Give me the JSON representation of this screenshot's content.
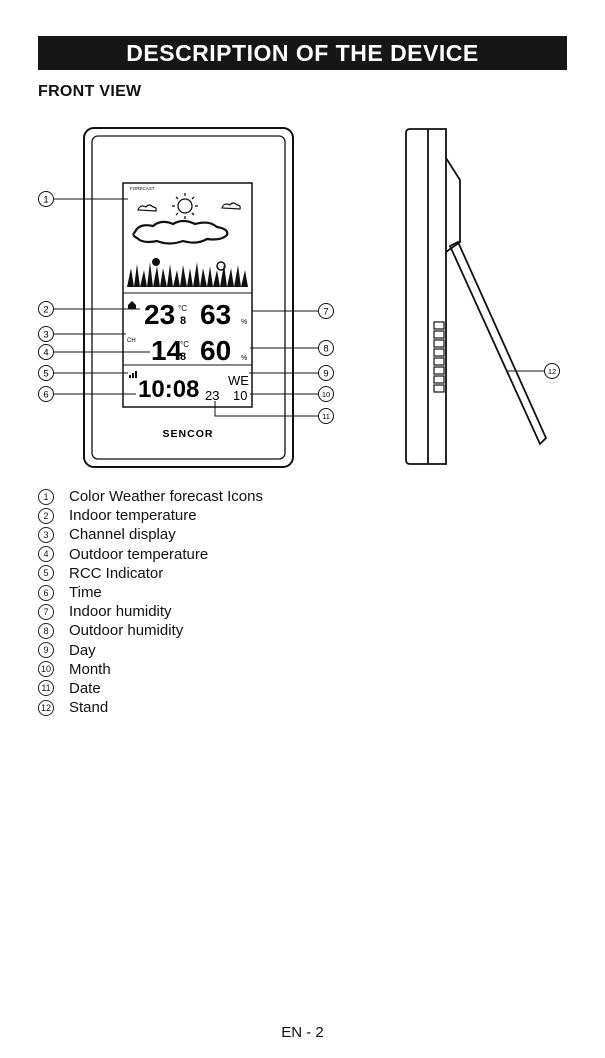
{
  "header": {
    "title": "DESCRIPTION OF THE DEVICE"
  },
  "section": {
    "title": "FRONT VIEW"
  },
  "device": {
    "brand": "SENCOR",
    "forecast_label": "FORECAST",
    "indoor_temp": "23",
    "indoor_temp_dec": "8",
    "temp_unit": "°C",
    "indoor_hum": "63",
    "hum_unit": "%",
    "channel_label": "CH",
    "outdoor_temp": "14",
    "outdoor_temp_dec": "8",
    "outdoor_hum": "60",
    "time": "10:08",
    "day": "WE",
    "date": "23",
    "month": "10"
  },
  "callouts": [
    "1",
    "2",
    "3",
    "4",
    "5",
    "6",
    "7",
    "8",
    "9",
    "10",
    "11",
    "12"
  ],
  "legend": [
    {
      "num": "1",
      "label": "Color Weather forecast Icons"
    },
    {
      "num": "2",
      "label": "Indoor temperature"
    },
    {
      "num": "3",
      "label": "Channel display"
    },
    {
      "num": "4",
      "label": "Outdoor temperature"
    },
    {
      "num": "5",
      "label": "RCC Indicator"
    },
    {
      "num": "6",
      "label": "Time"
    },
    {
      "num": "7",
      "label": "Indoor humidity"
    },
    {
      "num": "8",
      "label": "Outdoor humidity"
    },
    {
      "num": "9",
      "label": "Day"
    },
    {
      "num": "10",
      "label": "Month"
    },
    {
      "num": "11",
      "label": "Date"
    },
    {
      "num": "12",
      "label": "Stand"
    }
  ],
  "footer": {
    "page": "EN - 2"
  }
}
